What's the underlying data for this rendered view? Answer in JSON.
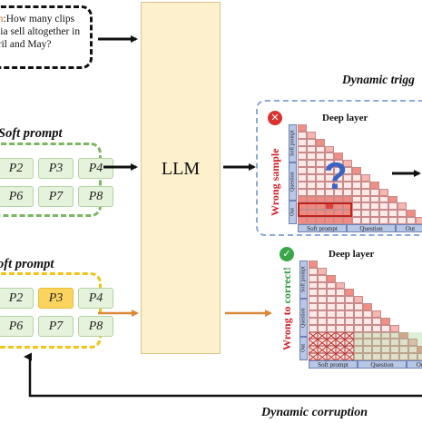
{
  "question": {
    "highlight": "on",
    "text": ":How many clips\nalia sell altogether in\npril and May?"
  },
  "soft_prompt_top": {
    "title": "Soft prompt",
    "chips": [
      "P2",
      "P3",
      "P4",
      "P6",
      "P7",
      "P8"
    ],
    "highlight_index": -1
  },
  "soft_prompt_bottom": {
    "title": "oft prompt",
    "chips": [
      "P2",
      "P3",
      "P4",
      "P6",
      "P7",
      "P8"
    ],
    "highlight_index": 1
  },
  "llm": {
    "label": "LLM"
  },
  "dynamic_trigger": {
    "title": "Dynamic trigg"
  },
  "panel_top": {
    "layer_title": "Deep layer",
    "side_label": "Wrong sample",
    "badge": "cross-icon",
    "y_axis": [
      "Soft prompt",
      "Question",
      "Out"
    ],
    "x_axis": [
      "Soft prompt",
      "Question",
      "Out"
    ],
    "overlay_symbol": "?"
  },
  "panel_bottom": {
    "layer_title": "Deep layer",
    "side_label_prefix": "Wrong to ",
    "side_label_highlight": "correct!",
    "badge": "check-icon",
    "y_axis": [
      "Soft prompt",
      "Question",
      "Out"
    ],
    "x_axis": [
      "Soft prompt",
      "Question",
      "Out"
    ]
  },
  "dynamic_corruption": {
    "title": "Dynamic corruption"
  },
  "colors": {
    "chip_fill": "#e5f2dc",
    "chip_highlight": "#fbd45f",
    "top_frame": "#8ea9db",
    "green_dash": "#7bb661",
    "yellow_dash": "#f0c419",
    "arrow_orange": "#d9883a",
    "wrong_red": "#d01f25",
    "correct_green": "#2e9a3e",
    "llm_fill": "#fdf0cc"
  }
}
